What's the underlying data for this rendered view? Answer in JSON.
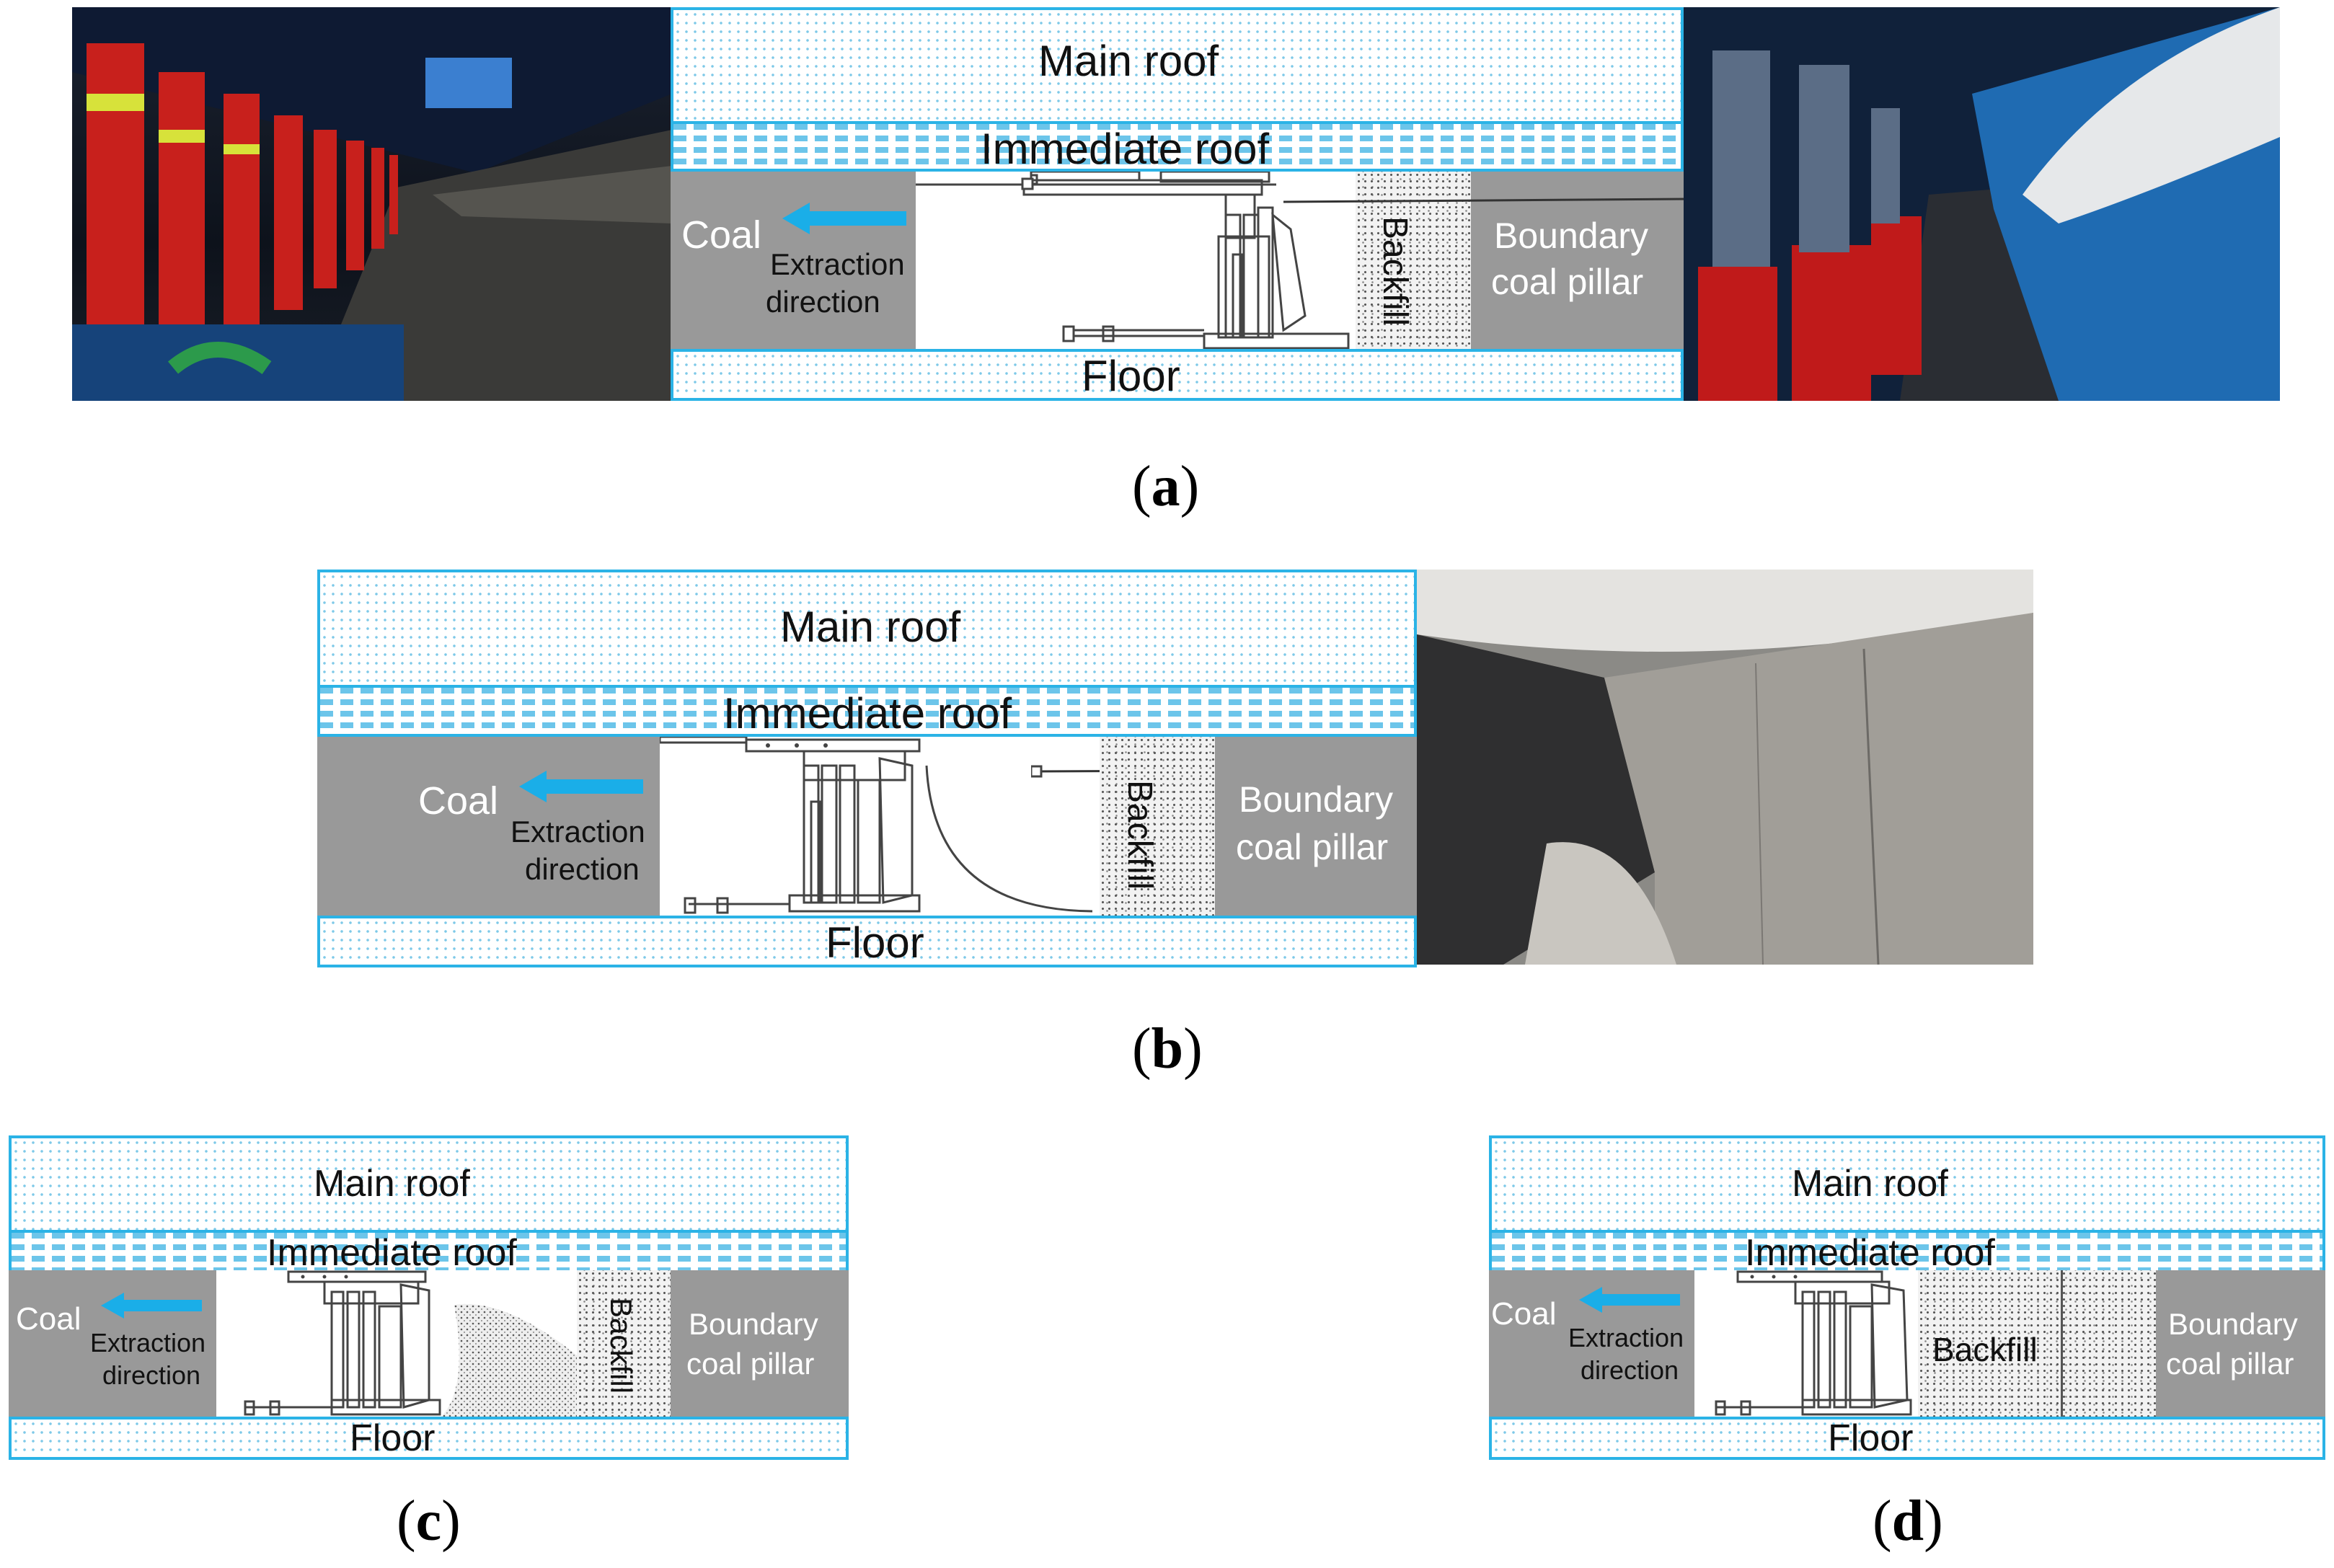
{
  "panels": {
    "a": {
      "caption": "a",
      "main_roof": "Main roof",
      "immediate_roof": "Immediate roof",
      "coal": "Coal",
      "extraction": "Extraction",
      "direction": "direction",
      "backfill": "Backfill",
      "boundary": "Boundary",
      "coal_pillar": "coal pillar",
      "floor": "Floor"
    },
    "b": {
      "caption": "b",
      "main_roof": "Main roof",
      "immediate_roof": "Immediate roof",
      "coal": "Coal",
      "extraction": "Extraction",
      "direction": "direction",
      "backfill": "Backfill",
      "boundary": "Boundary",
      "coal_pillar": "coal pillar",
      "floor": "Floor"
    },
    "c": {
      "caption": "c",
      "main_roof": "Main roof",
      "immediate_roof": "Immediate roof",
      "coal": "Coal",
      "extraction": "Extraction",
      "direction": "direction",
      "backfill": "Backfill",
      "boundary": "Boundary",
      "coal_pillar": "coal pillar",
      "floor": "Floor"
    },
    "d": {
      "caption": "d",
      "main_roof": "Main roof",
      "immediate_roof": "Immediate roof",
      "coal": "Coal",
      "extraction": "Extraction",
      "direction": "direction",
      "backfill": "Backfill",
      "boundary": "Boundary",
      "coal_pillar": "coal pillar",
      "floor": "Floor"
    }
  },
  "colors": {
    "layer_border": "#2bb3e6",
    "arrow": "#1aaee8",
    "coal": "#999999"
  }
}
